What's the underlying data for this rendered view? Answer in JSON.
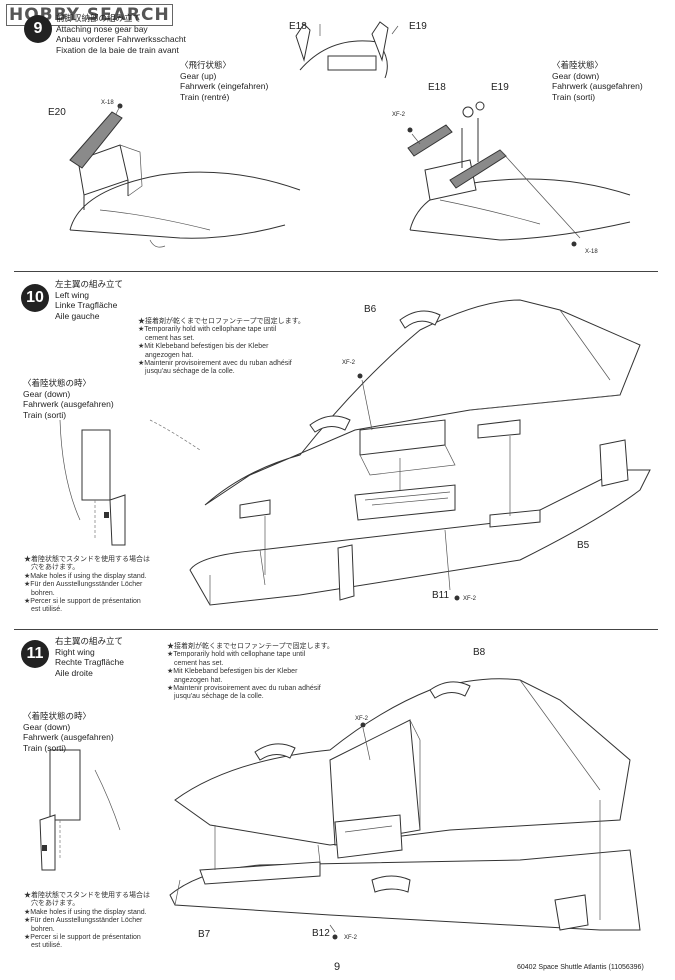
{
  "header": {
    "logo_text": "HOBBY SEARCH"
  },
  "step9": {
    "number": "9",
    "title_jp": "前脚収納部の組み立て",
    "title_en": "Attaching nose gear bay",
    "title_de": "Anbau vorderer Fahrwerksschacht",
    "title_fr": "Fixation de la baie de train avant",
    "left_mode_jp": "〈飛行状態〉",
    "left_mode_en": "Gear (up)",
    "left_mode_de": "Fahrwerk (eingefahren)",
    "left_mode_fr": "Train (rentré)",
    "right_mode_jp": "〈着陸状態〉",
    "right_mode_en": "Gear (down)",
    "right_mode_de": "Fahrwerk (ausgefahren)",
    "right_mode_fr": "Train (sorti)",
    "part_e18_top": "E18",
    "part_e19_top": "E19",
    "part_e20": "E20",
    "paint_x18_left": "X-18",
    "part_e18": "E18",
    "part_e19": "E19",
    "paint_xf2": "XF-2",
    "paint_x18_right": "X-18"
  },
  "step10": {
    "number": "10",
    "title_jp": "左主翼の組み立て",
    "title_en": "Left wing",
    "title_de": "Linke Tragfläche",
    "title_fr": "Aile gauche",
    "tape_note": [
      "★接着剤が乾くまでセロファンテープで固定します。",
      "★Temporarily hold with cellophane tape until",
      "cement has set.",
      "★Mit Klebeband befestigen bis der Kleber",
      "angezogen hat.",
      "★Maintenir provisoirement avec du ruban adhésif",
      "jusqu'au séchage de la colle."
    ],
    "mode_jp": "〈着陸状態の時〉",
    "mode_en": "Gear (down)",
    "mode_de": "Fahrwerk (ausgefahren)",
    "mode_fr": "Train (sorti)",
    "stand_note": [
      "★着陸状態でスタンドを使用する場合は",
      "穴をあけます。",
      "★Make holes if using the display stand.",
      "★Für den Ausstellungsständer Löcher",
      "bohren.",
      "★Percer si le support de présentation",
      "est utilisé."
    ],
    "part_b6": "B6",
    "paint_xf2": "XF-2",
    "part_b5": "B5",
    "part_b11": "B11",
    "paint_xf2_b11": "XF-2"
  },
  "step11": {
    "number": "11",
    "title_jp": "右主翼の組み立て",
    "title_en": "Right wing",
    "title_de": "Rechte Tragfläche",
    "title_fr": "Aile droite",
    "tape_note": [
      "★接着剤が乾くまでセロファンテープで固定します。",
      "★Temporarily hold with cellophane tape until",
      "cement has set.",
      "★Mit Klebeband befestigen bis der Kleber",
      "angezogen hat.",
      "★Maintenir provisoirement avec du ruban adhésif",
      "jusqu'au séchage de la colle."
    ],
    "mode_jp": "〈着陸状態の時〉",
    "mode_en": "Gear (down)",
    "mode_de": "Fahrwerk (ausgefahren)",
    "mode_fr": "Train (sorti)",
    "stand_note": [
      "★着陸状態でスタンドを使用する場合は",
      "穴をあけます。",
      "★Make holes if using the display stand.",
      "★Für den Ausstellungsständer Löcher",
      "bohren.",
      "★Percer si le support de présentation",
      "est utilisé."
    ],
    "part_b8": "B8",
    "paint_xf2": "XF-2",
    "part_b7": "B7",
    "part_b12": "B12",
    "paint_xf2_b12": "XF-2"
  },
  "footer": {
    "page_number": "9",
    "product_code": "60402",
    "product_name": "Space Shuttle Atlantis",
    "doc_code": "(11056396)"
  }
}
